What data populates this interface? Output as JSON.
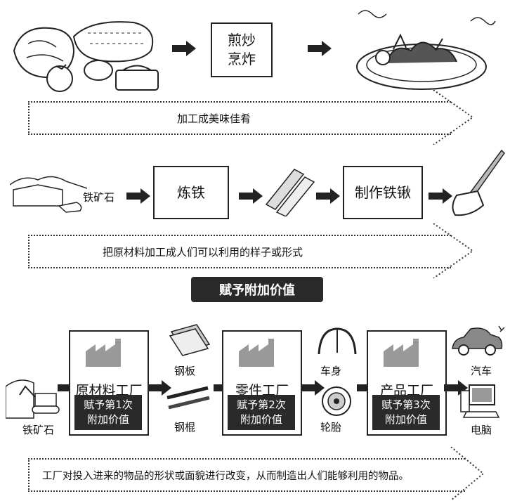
{
  "row1": {
    "process_box": [
      "煎炒",
      "烹炸"
    ],
    "banner_text": "加工成美味佳肴"
  },
  "row2": {
    "ore_label": "铁矿石",
    "box1": "炼铁",
    "box2": "制作铁锹",
    "banner_text": "把原材料加工成人们可以利用的样子或形式"
  },
  "center_badge": "赋予附加价值",
  "row3": {
    "ore_label": "铁矿石",
    "factories": [
      {
        "name": "原材料工厂",
        "value": [
          "赋予第1次",
          "附加价值"
        ]
      },
      {
        "name": "零件工厂",
        "value": [
          "赋予第2次",
          "附加价值"
        ]
      },
      {
        "name": "产品工厂",
        "value": [
          "赋予第3次",
          "附加价值"
        ]
      }
    ],
    "parts": {
      "steel_plate": "钢板",
      "steel_rod": "钢棍",
      "body": "车身",
      "tire": "轮胎",
      "car": "汽车",
      "computer": "电脑"
    },
    "banner_text": "工厂对投入进来的物品的形状或面貌进行改变，从而制造出人们能够利用的物品。"
  },
  "colors": {
    "ink": "#222222",
    "dark_box": "#2a2a2a",
    "factory_icon": "#888888"
  }
}
